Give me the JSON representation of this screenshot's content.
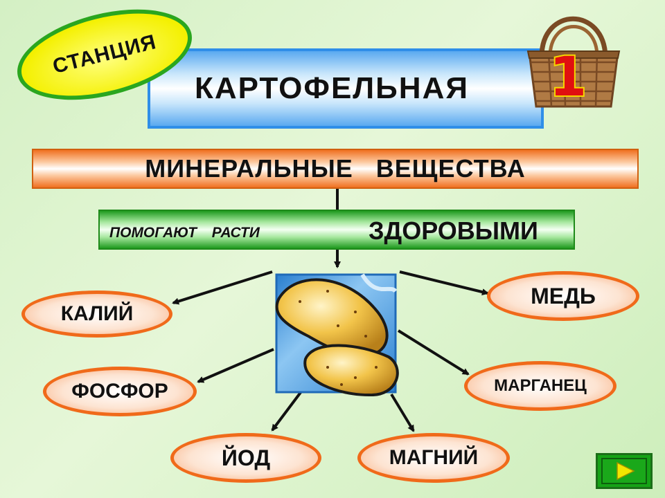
{
  "station": {
    "label": "СТАНЦИЯ"
  },
  "title": {
    "text": "КАРТОФЕЛЬНАЯ",
    "number": "1"
  },
  "minerals": {
    "text": "МИНЕРАЛЬНЫЕ ВЕЩЕСТВА"
  },
  "help": {
    "italic_text": "ПОМОГАЮТ РАСТИ",
    "bold_text": "ЗДОРОВЫМИ"
  },
  "elements": {
    "kaliy": "КАЛИЙ",
    "fosfor": "ФОСФОР",
    "yod": "ЙОД",
    "magniy": "МАГНИЙ",
    "marganets": "МАРГАНЕЦ",
    "med": "МЕДЬ"
  },
  "icons": {
    "basket": "basket-icon",
    "potato": "potato-icon",
    "next": "play-next-icon"
  },
  "colors": {
    "station_fill": "#f4f000",
    "station_border": "#2aa61f",
    "title_border": "#2f8ee8",
    "minerals_accent": "#f07020",
    "help_accent": "#1f9a1f",
    "oval_border": "#f06a1a",
    "number_red": "#e01010",
    "number_outline": "#f5d800",
    "nav_green": "#16a316",
    "nav_arrow": "#f2e600"
  }
}
